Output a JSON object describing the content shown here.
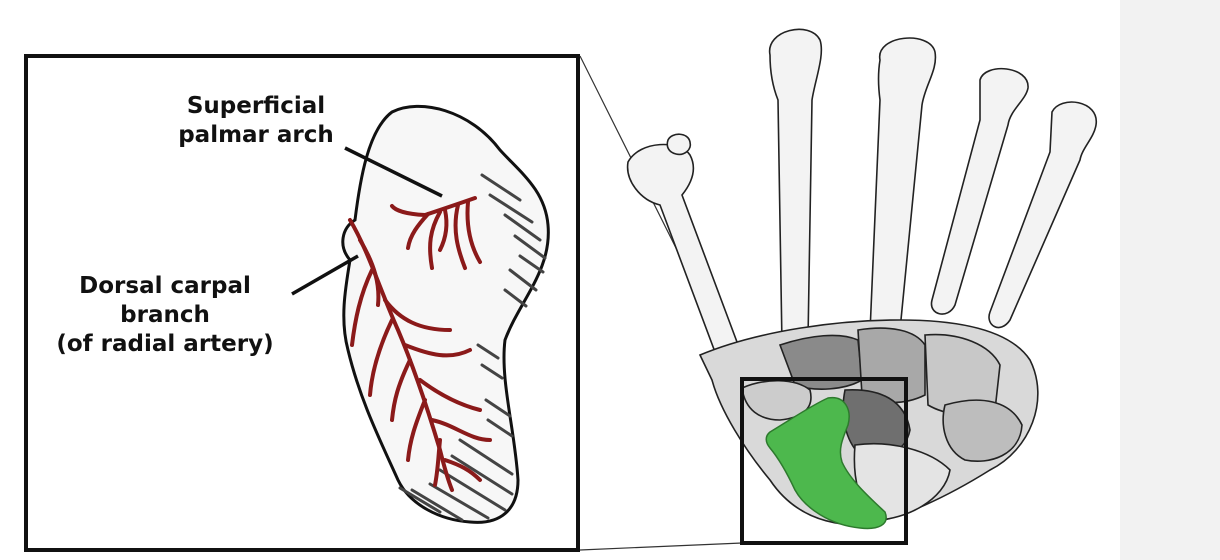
{
  "top_clipped_text": "                                                                                                           ",
  "labels": {
    "superficial_palmar_arch": [
      "Superficial",
      "palmar arch"
    ],
    "dorsal_carpal_branch": [
      "Dorsal carpal",
      "branch",
      "(of radial artery)"
    ]
  },
  "colors": {
    "artery": "#8b1a1a",
    "scaphoid_highlight": "#4db84d",
    "frame": "#111111",
    "bone_fill": "#f7f7f7",
    "page_strip": "#f2f2f2"
  },
  "icons": {
    "hand_skeleton": "hand-bones-illustration",
    "scaphoid_bone": "scaphoid-bone-illustration"
  }
}
